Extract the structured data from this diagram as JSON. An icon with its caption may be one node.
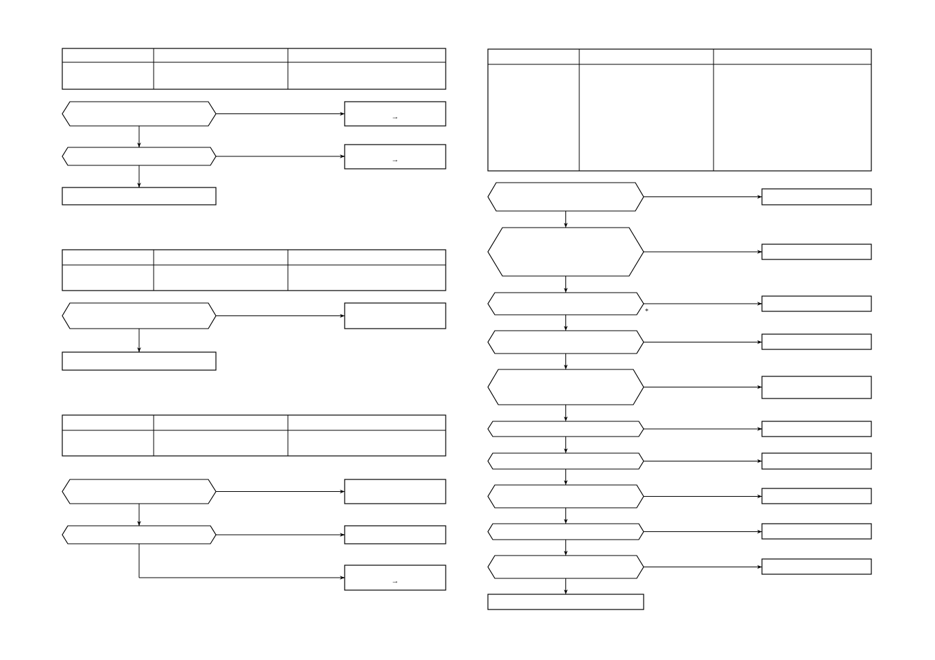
{
  "diagram": {
    "nodes": [
      {
        "text": [],
        "shape": "hexagon"
      },
      {
        "text": [
          "→"
        ]
      },
      {
        "text": [],
        "shape": "hexagon"
      },
      {
        "text": [
          "→"
        ]
      },
      {
        "text": [],
        "shape": "box"
      },
      {
        "text": [],
        "shape": "hexagon"
      },
      {
        "text": [],
        "shape": "box"
      },
      {
        "text": [],
        "shape": "box"
      },
      {
        "text": [],
        "shape": "hexagon"
      },
      {
        "text": [],
        "shape": "box"
      },
      {
        "text": [],
        "shape": "hexagon"
      },
      {
        "text": [],
        "shape": "box"
      },
      {
        "text": [
          "→"
        ]
      },
      {
        "text": [],
        "shape": "hexagon"
      },
      {
        "text": [],
        "shape": "box"
      },
      {
        "text": [],
        "shape": "hexagon"
      },
      {
        "text": [],
        "shape": "box"
      },
      {
        "text": [],
        "shape": "hexagon"
      },
      {
        "text": [],
        "shape": "box"
      },
      {
        "text": [],
        "shape": "hexagon"
      },
      {
        "text": [],
        "shape": "box"
      },
      {
        "text": [],
        "shape": "hexagon"
      },
      {
        "text": [],
        "shape": "box"
      },
      {
        "text": [],
        "shape": "hexagon"
      },
      {
        "text": [],
        "shape": "box"
      },
      {
        "text": [],
        "shape": "hexagon"
      },
      {
        "text": [],
        "shape": "box"
      },
      {
        "text": [],
        "shape": "hexagon"
      },
      {
        "text": [],
        "shape": "box"
      },
      {
        "text": [],
        "shape": "hexagon"
      },
      {
        "text": [],
        "shape": "box"
      },
      {
        "text": [],
        "shape": "hexagon"
      },
      {
        "text": [],
        "shape": "box"
      },
      {
        "text": [],
        "shape": "box"
      }
    ],
    "edges": [
      {
        "from": 0,
        "to": 1,
        "arrow": "to"
      },
      {
        "from": 0,
        "to": 2,
        "arrow": "to"
      },
      {
        "from": 2,
        "to": 3,
        "arrow": "to"
      },
      {
        "from": 2,
        "to": 4,
        "arrow": "to"
      },
      {
        "from": 5,
        "to": 6,
        "arrow": "to"
      },
      {
        "from": 5,
        "to": 7,
        "arrow": "to"
      },
      {
        "from": 8,
        "to": 9,
        "arrow": "to"
      },
      {
        "from": 8,
        "to": 10,
        "arrow": "to"
      },
      {
        "from": 10,
        "to": 11,
        "arrow": "to"
      },
      {
        "from": 10,
        "to": 12,
        "arrow": "to"
      },
      {
        "from": 13,
        "to": 14,
        "arrow": "to"
      },
      {
        "from": 13,
        "to": 15,
        "arrow": "to"
      },
      {
        "from": 15,
        "to": 16,
        "arrow": "to"
      },
      {
        "from": 15,
        "to": 17,
        "arrow": "to"
      },
      {
        "from": 17,
        "to": 18,
        "arrow": "to"
      },
      {
        "from": 17,
        "to": 19,
        "arrow": "to"
      },
      {
        "from": 19,
        "to": 20,
        "arrow": "to"
      },
      {
        "from": 19,
        "to": 21,
        "arrow": "to"
      },
      {
        "from": 21,
        "to": 22,
        "arrow": "to"
      },
      {
        "from": 21,
        "to": 23,
        "arrow": "to"
      },
      {
        "from": 23,
        "to": 24,
        "arrow": "to"
      },
      {
        "from": 23,
        "to": 25,
        "arrow": "to"
      },
      {
        "from": 25,
        "to": 26,
        "arrow": "to"
      },
      {
        "from": 25,
        "to": 27,
        "arrow": "to"
      },
      {
        "from": 27,
        "to": 28,
        "arrow": "to"
      },
      {
        "from": 27,
        "to": 29,
        "arrow": "to"
      },
      {
        "from": 29,
        "to": 30,
        "arrow": "to"
      },
      {
        "from": 29,
        "to": 31,
        "arrow": "to"
      },
      {
        "from": 31,
        "to": 32,
        "arrow": "to"
      },
      {
        "from": 31,
        "to": 33,
        "arrow": "to"
      }
    ],
    "labels": [
      "*"
    ]
  }
}
